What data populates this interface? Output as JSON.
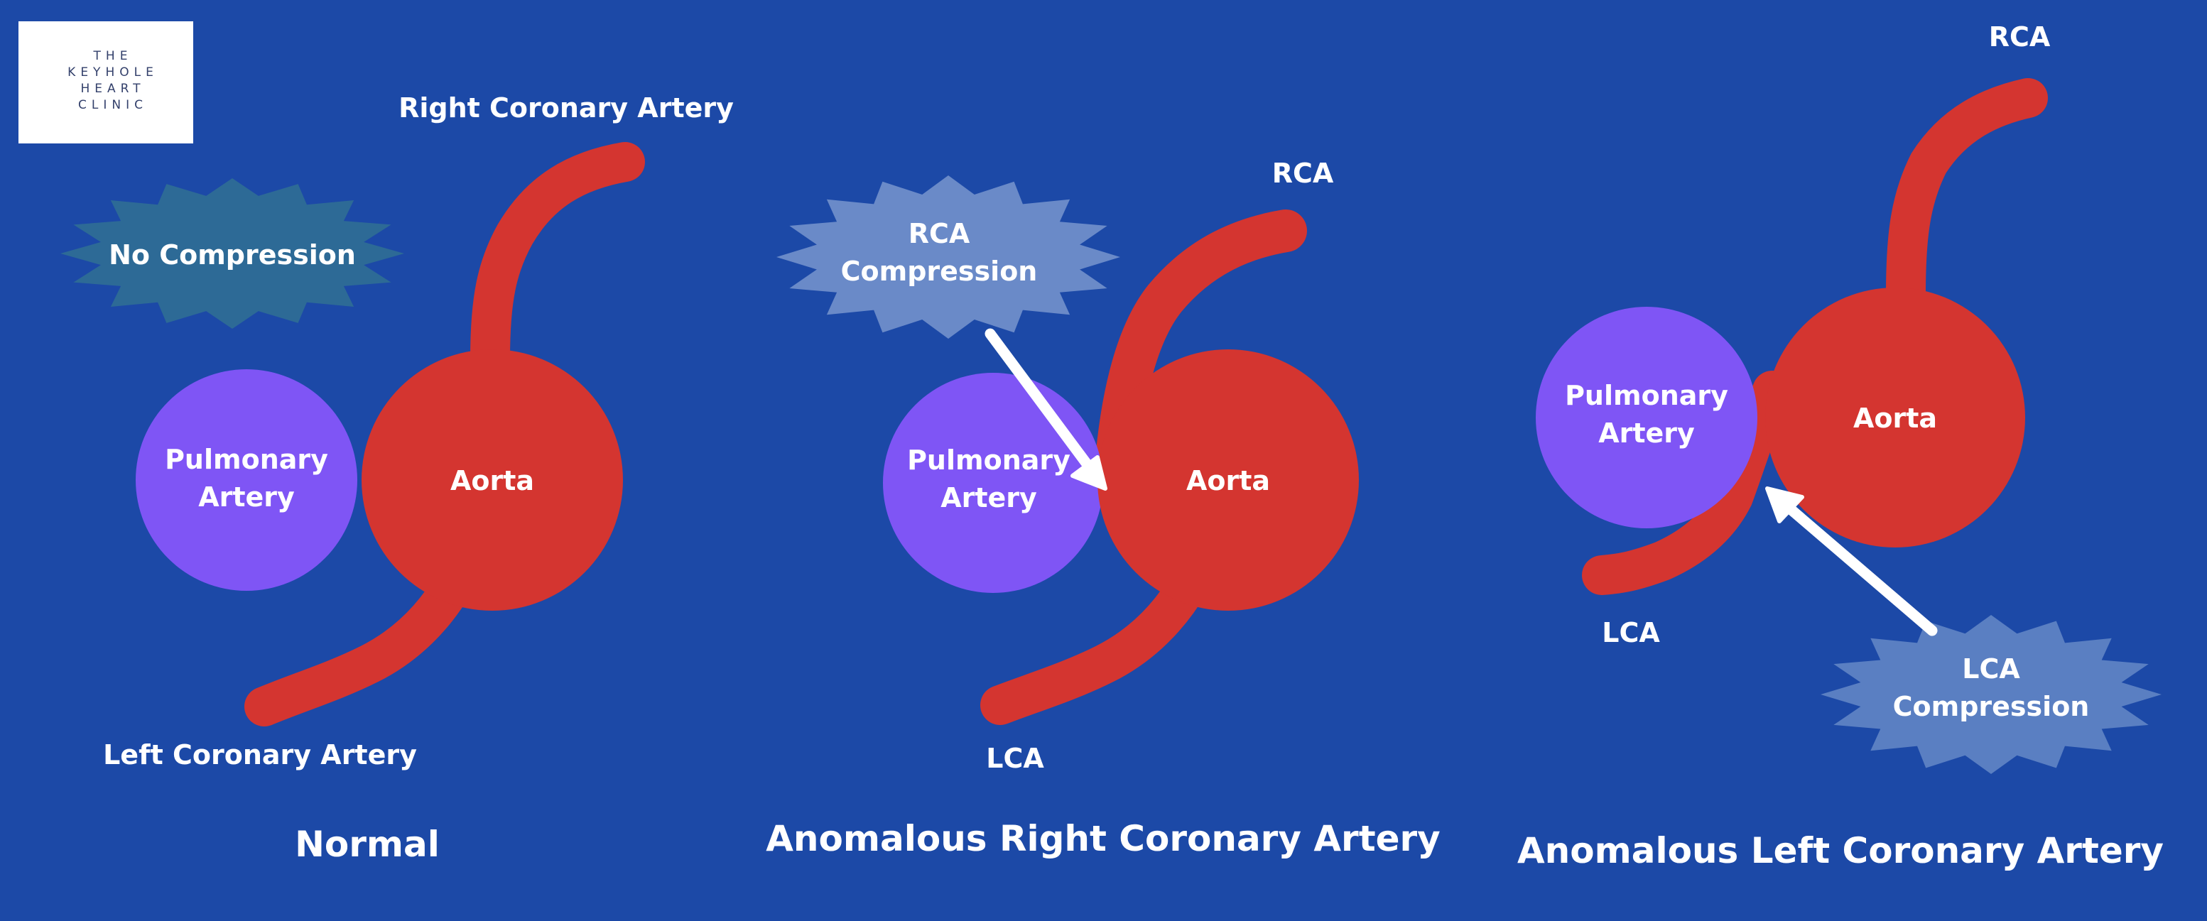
{
  "logo": {
    "lines": [
      "THE",
      "KEYHOLE",
      "HEART",
      "CLINIC"
    ]
  },
  "colors": {
    "background": "#1c49a7",
    "aorta": "#d43530",
    "pulmonary_artery": "#7f55f5",
    "no_compression_burst": "#2d6a96",
    "compression_burst": "#6a8ac8",
    "arrow": "#ffffff",
    "text": "#ffffff"
  },
  "panels": {
    "normal": {
      "title": "Normal",
      "burst": [
        "No Compression"
      ],
      "pulmonary": [
        "Pulmonary",
        "Artery"
      ],
      "aorta": "Aorta",
      "top_artery": "Right Coronary Artery",
      "bottom_artery": "Left Coronary Artery"
    },
    "anomalous_rca": {
      "title": "Anomalous Right Coronary Artery",
      "burst": [
        "RCA",
        "Compression"
      ],
      "pulmonary": [
        "Pulmonary",
        "Artery"
      ],
      "aorta": "Aorta",
      "top_artery": "RCA",
      "bottom_artery": "LCA"
    },
    "anomalous_lca": {
      "title": "Anomalous Left Coronary Artery",
      "burst": [
        "LCA",
        "Compression"
      ],
      "pulmonary": [
        "Pulmonary",
        "Artery"
      ],
      "aorta": "Aorta",
      "top_artery": "RCA",
      "bottom_artery": "LCA"
    }
  }
}
